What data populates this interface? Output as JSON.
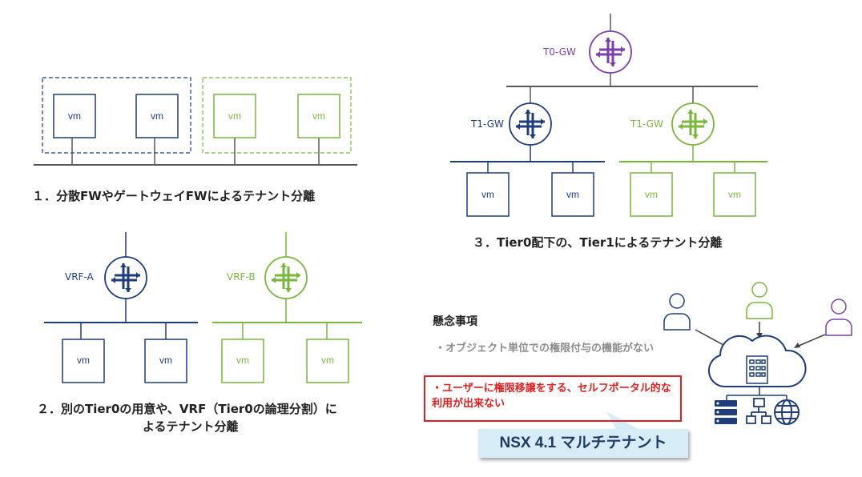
{
  "colors": {
    "navy": "#1f3d7a",
    "green": "#78b63c",
    "purple": "#7b3fa8",
    "gray": "#595959",
    "red": "#e02020",
    "callout": "#d6ecf6"
  },
  "vm_label": "vm",
  "section1": {
    "caption": "１．分散FWやゲートウェイFWによるテナント分離"
  },
  "section2": {
    "caption_line1": "２．別のTier0の用意や、VRF（Tier0の論理分割）に",
    "caption_line2": "よるテナント分離",
    "vrf_a": "VRF-A",
    "vrf_b": "VRF-B"
  },
  "section3": {
    "caption": "３．Tier0配下の、Tier1によるテナント分離",
    "t0": "T0-GW",
    "t1_left": "T1-GW",
    "t1_right": "T1-GW"
  },
  "concerns": {
    "title": "懸念事項",
    "item1": "・オブジェクト単位での権限付与の機能がない",
    "item2": "・ユーザーに権限移譲をする、セルフポータル的な利用が出来ない"
  },
  "callout": {
    "label": "NSX 4.1 マルチテナント"
  },
  "icons": [
    "router-icon",
    "user-icon",
    "cloud-icon",
    "server-icon",
    "network-icon",
    "globe-icon"
  ]
}
